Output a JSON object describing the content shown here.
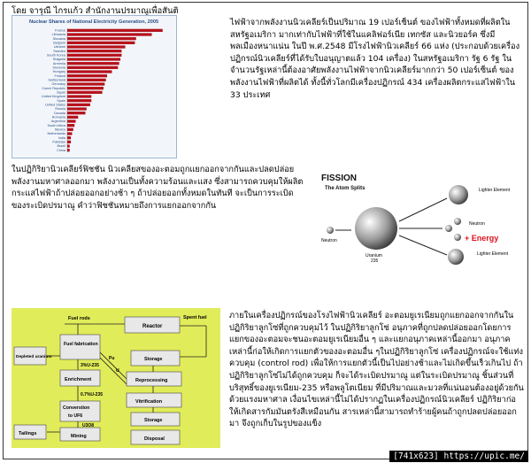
{
  "header": {
    "author": "โดย จารุณี ไกรแก้ว สำนักงานปรมาณูเพื่อสันติ"
  },
  "chart_data": {
    "type": "bar",
    "title": "Nuclear Shares of National Electricity Generation, 2005",
    "orientation": "horizontal",
    "categories": [
      "France",
      "Lithuania",
      "Slovakia",
      "Belgium",
      "Ukraine",
      "Sweden",
      "South Korea",
      "Bulgaria",
      "Armenia",
      "Slovenia",
      "Hungary",
      "Finland",
      "Switzerland",
      "Germany",
      "Czech Republic",
      "Japan",
      "United Kingdom",
      "Spain",
      "United States",
      "Russia",
      "Canada",
      "Romania",
      "Argentina",
      "South Africa",
      "Mexico",
      "Netherlands",
      "India",
      "Pakistan",
      "Brazil",
      "China"
    ],
    "values": [
      79,
      70,
      57,
      56,
      48,
      45,
      45,
      44,
      43,
      42,
      37,
      33,
      32,
      31,
      30,
      29,
      20,
      20,
      19,
      16,
      15,
      9,
      7,
      6,
      5,
      4,
      3,
      3,
      2,
      2
    ],
    "xlim": [
      0,
      85
    ],
    "bar_color": "#b5121b"
  },
  "paragraph1": "ไฟฟ้าจากพลังงานนิวเคลียร์เป็นปริมาณ 19 เปอร์เซ็นต์ ของไฟฟ้าทั้งหมดที่ผลิตในสหรัฐอเมริกา มากเท่ากับไฟฟ้าที่ใช้ในแคลิฟอร์เนีย เทกซัส และนิวยอร์ค ซึ่งมีพลเมืองหนาแน่น ในปี พ.ศ.2548 มีโรงไฟฟ้านิวเคลียร์ 66 แห่ง (ประกอบด้วยเครื่องปฏิกรณ์นิวเคลียร์ที่ได้รับใบอนุญาตแล้ว 104 เครื่อง) ในสหรัฐอเมริกา รัฐ 6 รัฐ ในจำนวนรัฐเหล่านี้ต้องอาศัยพลังงานไฟฟ้าจากนิวเคลียร์มากกว่า 50 เปอร์เซ็นต์ ของพลังงานไฟฟ้าที่ผลิตได้ ทั้งนี้ทั่วโลกมีเครื่องปฏิกรณ์ 434 เครื่องผลิตกระแสไฟฟ้าใน 33 ประเทศ",
  "paragraph2": "ในปฏิกิริยานิวเคลียร์ฟิชชัน นิวเคลียสของอะตอมถูกแยกออกจากกันและปลดปล่อยพลังงานมหาศาลออกมา พลังงานเป็นทั้งความร้อนและแสง ซึ่งสามารถควบคุมให้ผลิตกระแสไฟฟ้าถ้าปล่อยออกอย่างช้า ๆ ถ้าปล่อยออกทั้งหมดในทันที จะเป็นการระเบิดของระเบิดปรมาณู คำว่าฟิชชันหมายถึงการแยกออกจากกัน",
  "paragraph3": "ภายในเครื่องปฏิกรณ์ของโรงไฟฟ้านิวเคลียร์ อะตอมยูเรเนียมถูกแยกออกจากกันในปฏิกิริยาลูกโซ่ที่ถูกควบคุมไว้ ในปฏิกิริยาลูกโซ่ อนุภาคที่ถูกปลดปล่อยออกโดยการแยกของอะตอมจะชนอะตอมยูเรเนียมอื่น ๆ และแยกอนุภาคเหล่านี้ออกมา อนุภาคเหล่านี้ก่อให้เกิดการแยกตัวของอะตอมอื่น ๆในปฏิกิริยาลูกโซ่ เครื่องปฏิกรณ์จะใช้แท่งควบคุม (control rod) เพื่อให้การแยกตัวนี้เป็นไปอย่างช้าและไม่เกิดขึ้นเร็วเกินไป ถ้าปฏิกิริยาลูกโซ่ไม่ได้ถูกควบคุม ก็จะได้ระเบิดปรมาณู แต่ในระเบิดปรมาณู ชิ้นส่วนที่บริสุทธิ์ของยูเรเนียม-235 หรือพลูโตเนียม ที่มีปริมาณและมวลที่แน่นอนต้องอยู่ด้วยกันด้วยแรงมหาศาล เงื่อนไขเหล่านี้ไม่ได้ปรากฏในเครื่องปฏิกรณ์นิวเคลียร์ ปฏิกิริยาก่อให้เกิดสารกัมมันตรังสีเหมือนกัน สารเหล่านี้สามารถทำร้ายผู้คนถ้าถูกปลดปล่อยออกมา จึงถูกเก็บในรูปของแข็ง",
  "fission": {
    "title": "FISSION",
    "subtitle": "The Atom Splits",
    "neutron": "Neutron",
    "uranium": "Uranium",
    "uranium_num": "235",
    "lighter_element": "Lighter Element",
    "energy": "+ Energy"
  },
  "fuel_cycle": {
    "fuel_rods": "Fuel rods",
    "reactor": "Reactor",
    "spent_fuel": "Spent fuel",
    "fuel_fabrication": "Fuel fabrication",
    "depleted_uranium": "Depleted uranium",
    "u235_3": "3%U-235",
    "pu": "Pu",
    "u": "U",
    "storage": "Storage",
    "reprocessing": "Reprocessing",
    "enrichment": "Enrichment",
    "u235_07": "0.7%U-235",
    "vitrification": "Vitrification",
    "converstion": "Converstion",
    "to_uf6": "to UF6",
    "u3o8": "U3O8",
    "tailings": "Tailings",
    "mining": "Mining",
    "disposal": "Disposal"
  },
  "watermark": "[741x623] https://upic.me/"
}
